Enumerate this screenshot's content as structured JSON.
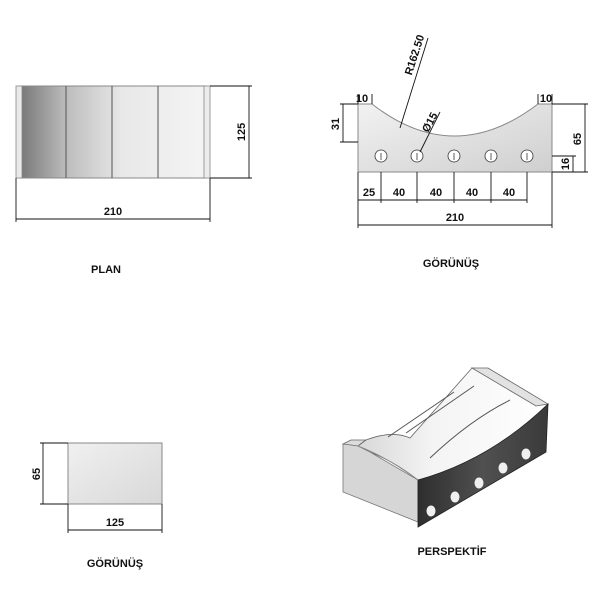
{
  "plan": {
    "caption": "PLAN",
    "width_dim": "210",
    "height_dim": "125"
  },
  "front_view": {
    "caption": "GÖRÜNÜŞ",
    "radius_dim": "R162.50",
    "hole_dim": "Ø15",
    "left_edge_dim": "10",
    "right_edge_dim": "10",
    "side_height_dim": "31",
    "total_height_dim": "65",
    "hole_height_dim": "16",
    "spacing_dims": [
      "25",
      "40",
      "40",
      "40",
      "40"
    ],
    "total_width_dim": "210"
  },
  "side_view": {
    "caption": "GÖRÜNÜŞ",
    "height_dim": "65",
    "width_dim": "125"
  },
  "perspective": {
    "caption": "PERSPEKTİF"
  },
  "colors": {
    "line": "#111111",
    "face_light": "#e6e6e6",
    "face_dark": "#3c3c3c"
  }
}
